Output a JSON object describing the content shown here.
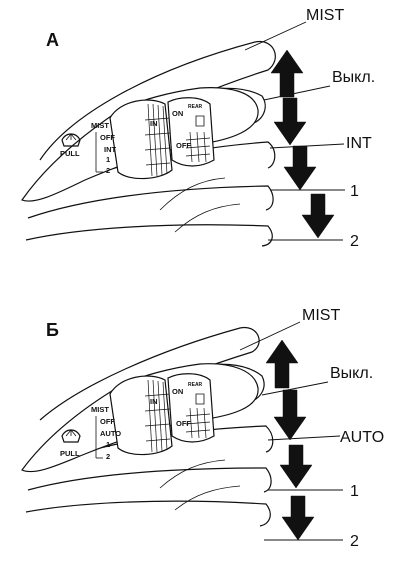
{
  "panels": [
    {
      "id": "A",
      "letter": "А",
      "callouts": [
        "MIST",
        "Выкл.",
        "INT",
        "1",
        "2"
      ],
      "stalk_labels": {
        "ring": [
          "MIST",
          "OFF",
          "INT",
          "1",
          "2"
        ],
        "pull": "PULL",
        "collar": [
          "ON",
          "IN"
        ],
        "rear": "REAR",
        "rear_off": "OFF"
      }
    },
    {
      "id": "B",
      "letter": "Б",
      "callouts": [
        "MIST",
        "Выкл.",
        "AUTO",
        "1",
        "2"
      ],
      "stalk_labels": {
        "ring": [
          "MIST",
          "OFF",
          "AUTO",
          "1",
          "2"
        ],
        "pull": "PULL",
        "collar": [
          "ON",
          "IN"
        ],
        "rear": "REAR",
        "rear_off": "OFF"
      }
    }
  ]
}
